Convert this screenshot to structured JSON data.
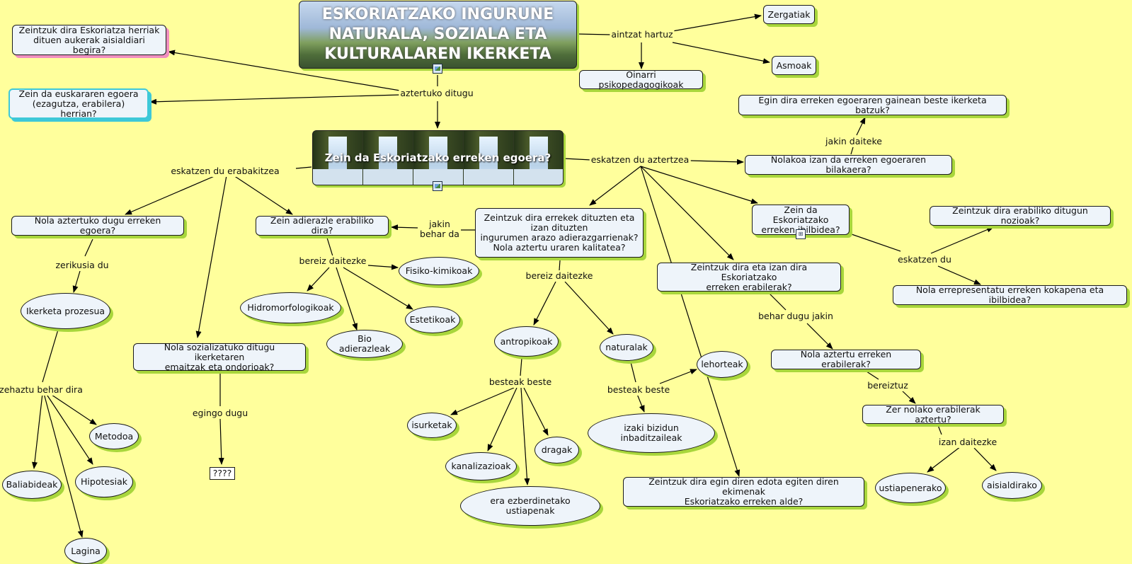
{
  "title_node": "ESKORIATZAKO INGURUNE NATURALA, SOZIALA ETA KULTURALAREN IKERKETA",
  "main_question": "Zein da Eskoriatzako erreken egoera?",
  "icons": [
    "image-icon",
    "submap-icon"
  ],
  "nodes": {
    "zergatiak": "Zergatiak",
    "asmoak": "Asmoak",
    "oinarri": "Oinarri psikopedagogikoak",
    "aisialdi_q": "Zeintzuk dira Eskoriatza herriak\ndituen aukerak aisialdiari begira?",
    "euskara_q": "Zein da euskararen egoera\n(ezagutza, erabilera) herrian?",
    "beste_ikerketa": "Egin dira erreken egoeraren gainean beste ikerketa batzuk?",
    "bilakaera": "Nolakoa izan da erreken egoeraren bilakaera?",
    "nola_aztertu_egoera": "Nola aztertuko dugu erreken egoera?",
    "adierazle": "Zein adierazle erabiliko dira?",
    "arazo": "Zeintzuk dira errekek dituzten eta\nizan dituzten\ningurumen arazo adierazgarrienak?\nNola aztertu uraren kalitatea?",
    "ibilbidea": "Zein da Eskoriatzako\nerreken ibilbidea?",
    "nozioak": "Zeintzuk dira erabiliko ditugun nozioak?",
    "errepresentatu": "Nola errepresentatu erreken kokapena eta ibilbidea?",
    "fisiko": "Fisiko-kimikoak",
    "hidro": "Hidromorfologikoak",
    "estetikoak": "Estetikoak",
    "bio": "Bio adierazleak",
    "ikerketa_prozesua": "Ikerketa prozesua",
    "sozializatu": "Nola sozializatuko ditugu ikerketaren\nemaitzak eta ondorioak?",
    "erabilerak_q": "Zeintzuk dira eta izan dira Eskoriatzako\nerreken erabilerak?",
    "antropikoak": "antropikoak",
    "naturalak": "naturalak",
    "lehorteak": "lehorteak",
    "nola_erabilerak": "Nola aztertu erreken erabilerak?",
    "zer_nolako": "Zer nolako erabilerak aztertu?",
    "metodoa": "Metodoa",
    "hipotesiak": "Hipotesiak",
    "baliabideak": "Baliabideak",
    "lagina": "Lagina",
    "galderak": "????",
    "isurketak": "isurketak",
    "dragak": "dragak",
    "kanalizazioak": "kanalizazioak",
    "ustiapenak": "era ezberdinetako ustiapenak",
    "inbaditzaileak": "izaki bizidun inbaditzaileak",
    "ekimenak": "Zeintzuk dira egin diren edota egiten diren ekimenak\nEskoriatzako erreken alde?",
    "ustiapenerako": "ustiapenerako",
    "aisialdirako": "aisialdirako"
  },
  "link_labels": {
    "aintzat": "aintzat hartuz",
    "aztertuko": "aztertuko ditugu",
    "jakin_daiteke": "jakin daiteke",
    "eskatzen_aztertzea": "eskatzen du aztertzea",
    "eskatzen_erabakitzea": "eskatzen du erabakitzea",
    "jakin_behar": "jakin\nbehar da",
    "zerikusia": "zerikusia du",
    "bereiz1": "bereiz daitezke",
    "bereiz2": "bereiz daitezke",
    "eskatzen_du": "eskatzen du",
    "behar_dugu": "behar dugu jakin",
    "zehaztu": "zehaztu behar dira",
    "egingo": "egingo dugu",
    "besteak1": "besteak beste",
    "besteak2": "besteak beste",
    "bereiztuz": "bereiztuz",
    "izan_daitezke": "izan daitezke"
  }
}
